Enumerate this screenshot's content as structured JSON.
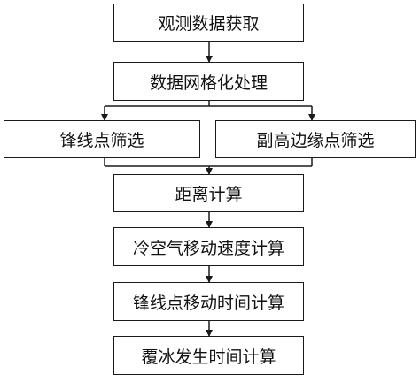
{
  "flowchart": {
    "step_acquire": "观测数据获取",
    "step_grid": "数据网格化处理",
    "step_front_points": "锋线点筛选",
    "step_subtropical_points": "副高边缘点筛选",
    "step_distance": "距离计算",
    "step_cold_air_speed": "冷空气移动速度计算",
    "step_front_move_time": "锋线点移动时间计算",
    "step_icing_time": "覆冰发生时间计算"
  }
}
